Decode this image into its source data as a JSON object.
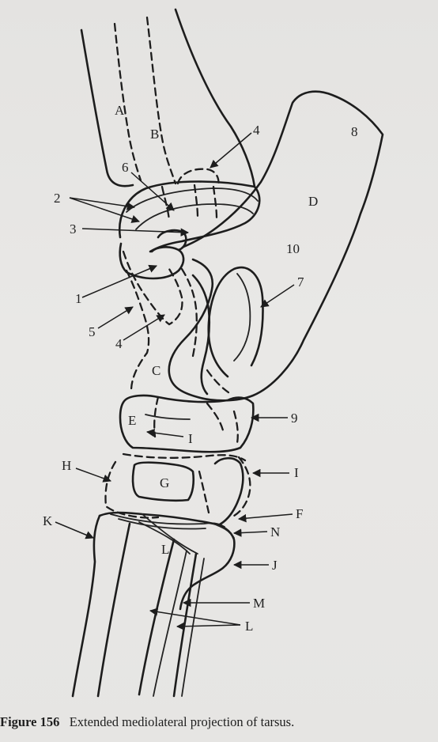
{
  "labels": {
    "A": "A",
    "B": "B",
    "C": "C",
    "D": "D",
    "E": "E",
    "F": "F",
    "G": "G",
    "H": "H",
    "I": "I",
    "J": "J",
    "K": "K",
    "L": "L",
    "M": "M",
    "N": "N",
    "n1": "1",
    "n2": "2",
    "n3": "3",
    "n4": "4",
    "n5": "5",
    "n6": "6",
    "n7": "7",
    "n8": "8",
    "n9": "9",
    "n10": "10"
  },
  "caption": {
    "figure": "Figure 156",
    "text": "Extended mediolateral projection of tarsus."
  }
}
